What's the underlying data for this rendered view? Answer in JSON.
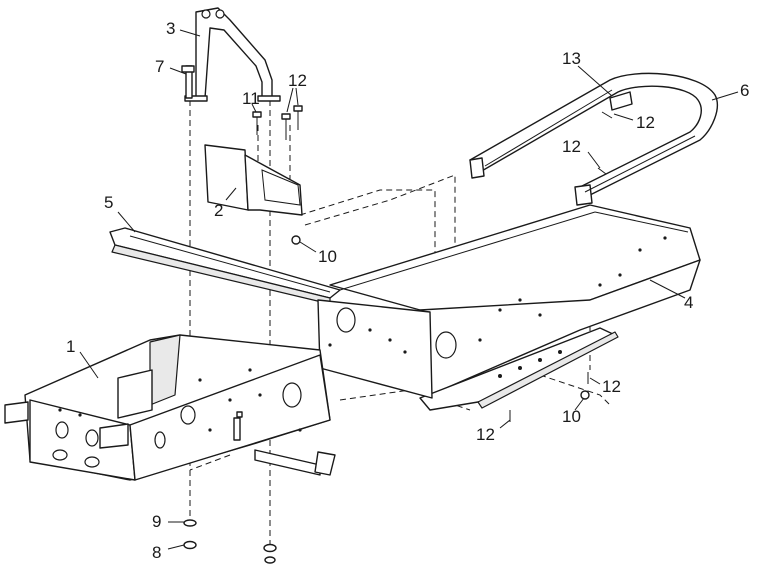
{
  "callouts": [
    {
      "id": "c1",
      "text": "1"
    },
    {
      "id": "c2",
      "text": "2"
    },
    {
      "id": "c3",
      "text": "3"
    },
    {
      "id": "c4",
      "text": "4"
    },
    {
      "id": "c5",
      "text": "5"
    },
    {
      "id": "c6",
      "text": "6"
    },
    {
      "id": "c7",
      "text": "7"
    },
    {
      "id": "c8",
      "text": "8"
    },
    {
      "id": "c9",
      "text": "9"
    },
    {
      "id": "c10a",
      "text": "10"
    },
    {
      "id": "c10b",
      "text": "10"
    },
    {
      "id": "c11",
      "text": "11"
    },
    {
      "id": "c12a",
      "text": "12"
    },
    {
      "id": "c12b",
      "text": "12"
    },
    {
      "id": "c12c",
      "text": "12"
    },
    {
      "id": "c12d",
      "text": "12"
    },
    {
      "id": "c12e",
      "text": "12"
    },
    {
      "id": "c13",
      "text": "13"
    }
  ],
  "line_color": "#1a1a1a",
  "background": "#ffffff"
}
